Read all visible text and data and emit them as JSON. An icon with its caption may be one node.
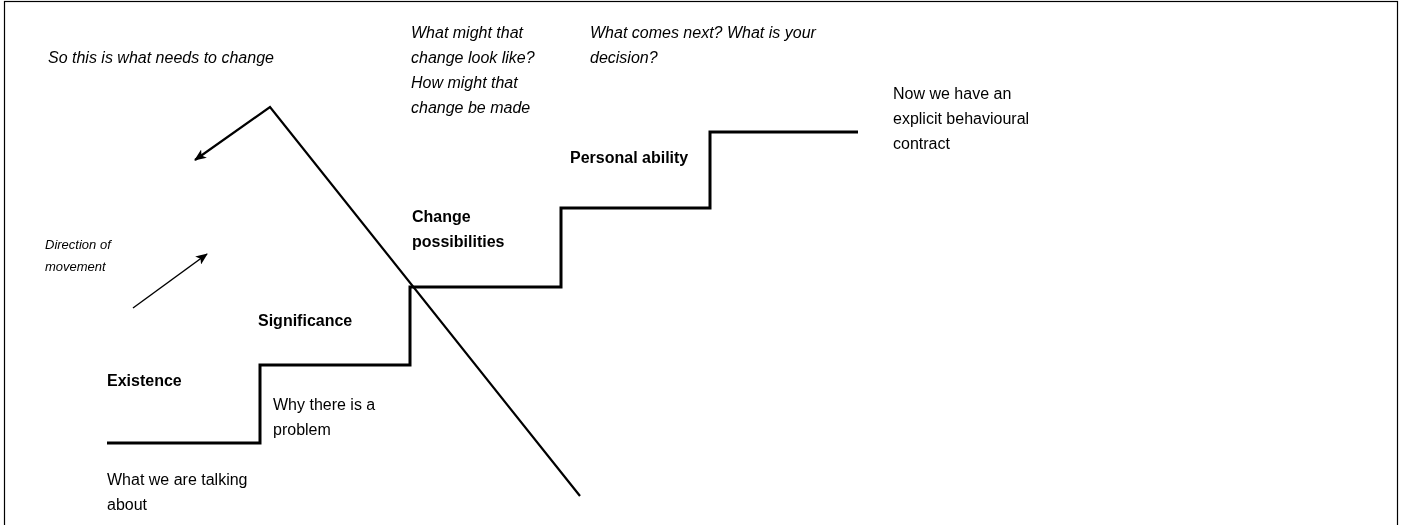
{
  "diagram": {
    "labels": [
      "What might that change look like? How might that change be made",
      "What comes next? What is your decision?",
      "So this is what needs to change",
      "Now we have an explicit behavioural contract",
      "Personal ability",
      "Change possibilities",
      "Direction of movement",
      "Significance",
      "Existence",
      "Why there is a problem",
      "What we are talking about"
    ]
  }
}
